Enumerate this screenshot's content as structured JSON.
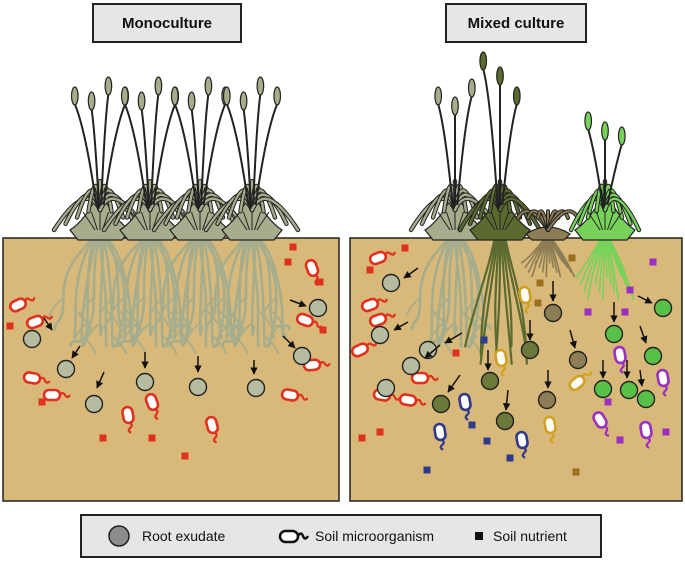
{
  "panels": {
    "left_title": "Monoculture",
    "right_title": "Mixed culture"
  },
  "legend": {
    "exudate_label": "Root exudate",
    "microbe_label": "Soil microorganism",
    "nutrient_label": "Soil nutrient"
  },
  "colors": {
    "soil": "#d9b97a",
    "grey_plant": "#a6ad8c",
    "dark_plant": "#5b6b2f",
    "brown_plant": "#8c7d54",
    "green_plant": "#78d25a",
    "red": "#e0301e",
    "navy": "#2e3a8c",
    "mustard": "#d0a020",
    "purple": "#9a2fc0",
    "brown_nutrient": "#9a7020"
  }
}
